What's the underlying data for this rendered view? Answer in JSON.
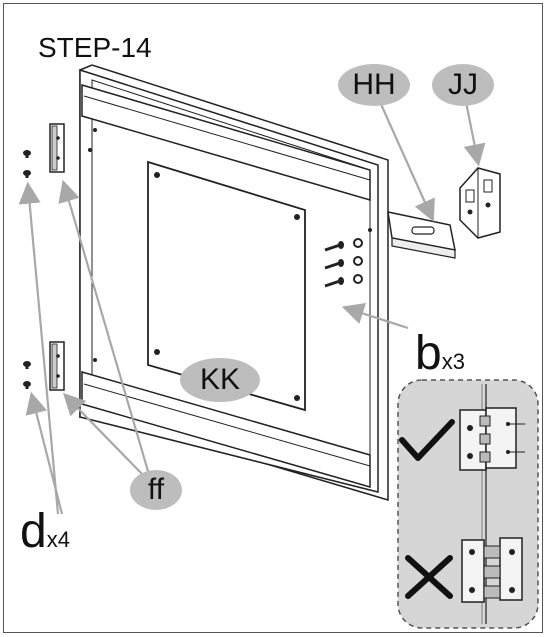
{
  "step_title": "STEP-14",
  "parts": {
    "hh_label": "HH",
    "jj_label": "JJ",
    "kk_label": "KK",
    "ff_label": "ff"
  },
  "hardware": {
    "b_letter": "b",
    "b_qty": "x3",
    "d_letter": "d",
    "d_qty": "x4"
  },
  "icons": {
    "correct": "check-mark-icon",
    "incorrect": "cross-mark-icon"
  }
}
